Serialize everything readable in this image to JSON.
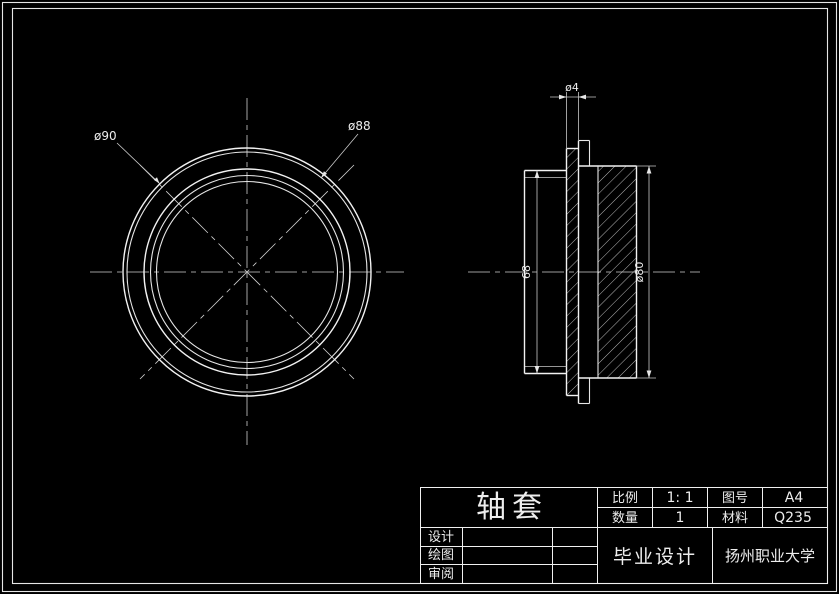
{
  "front_view": {
    "dim_outer": "ø90",
    "dim_inner": "ø88"
  },
  "section_view": {
    "dim_top": "ø4",
    "dim_left": "68",
    "dim_right": "ø80"
  },
  "title_block": {
    "part_name": "轴套",
    "scale": {
      "label": "比例",
      "value": "1: 1"
    },
    "drawing_no": {
      "label": "图号",
      "value": "A4"
    },
    "quantity": {
      "label": "数量",
      "value": "1"
    },
    "material": {
      "label": "材料",
      "value": "Q235"
    },
    "sign_rows": {
      "design": "设计",
      "draft": "绘图",
      "review": "审阅"
    },
    "project": "毕业设计",
    "school": "扬州职业大学"
  },
  "colors": {
    "background": "#000000",
    "line": "#f2f2f2"
  }
}
